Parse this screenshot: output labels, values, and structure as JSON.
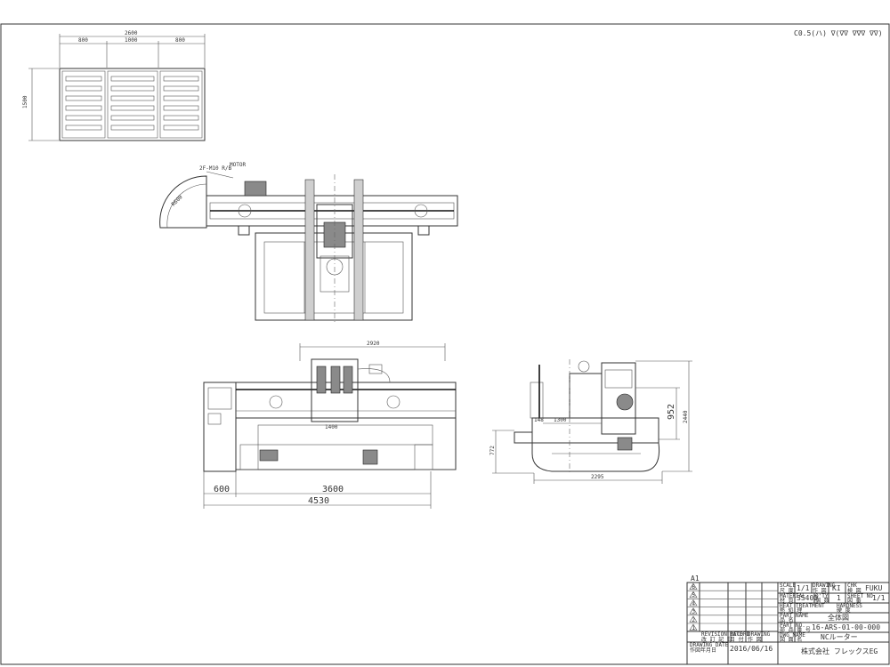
{
  "sheet": {
    "surface_note": "C0.5(ハ) ∇(∇∇ ∇∇∇ ∇∇)",
    "sheet_size": "A1"
  },
  "top_plan": {
    "overall_width": "2600",
    "seg_left": "800",
    "seg_mid": "1000",
    "seg_right": "800",
    "depth": "1500"
  },
  "plan_view": {
    "label_1": "2F-M10 R/B",
    "label_2": "MOTOR",
    "arc_label": "R600"
  },
  "front_view": {
    "dim_top": "2920",
    "dim_inner": "1400",
    "dim_a": "600",
    "dim_b": "3600",
    "dim_total": "4530"
  },
  "side_view": {
    "dim_height": "952",
    "dim_overall_h": "2440",
    "dim_left_h": "772",
    "dim_width": "2295",
    "dim_a": "1300",
    "dim_b": "148"
  },
  "title_block": {
    "revision_markers": [
      "6",
      "5",
      "4",
      "3",
      "2",
      "1"
    ],
    "revision_record": "REVISION RECORD",
    "revision_record_jp": "改 訂 記 録",
    "date_label": "DATE",
    "date_label_jp": "日 付",
    "drawn_label": "DRAWING",
    "drawn_label_jp": "作 図",
    "drawing_date_label": "DRAWING DATE",
    "drawing_date_label_jp": "作図年月日",
    "drawing_date": "2016/06/16",
    "scale_label": "SCALE",
    "scale_label_jp": "尺 度",
    "scale": "1/1",
    "drawing_label": "DRAWING",
    "drawing_label_jp": "作 図",
    "drawn_by": "KI",
    "chk_label": "CHK",
    "chk_label_jp": "検 図",
    "checked_by": "FUKU",
    "material_label": "MATERIAL",
    "material_label_jp": "材 質",
    "material": "SS400",
    "qty_label": "Q'TY",
    "qty_label_jp": "個 数",
    "qty": "1",
    "sheet_no_label": "SHEET NO.",
    "sheet_no_label_jp": "図 番",
    "sheet_no": "1/1",
    "heat_treatment_label": "HEAT TREATMENT",
    "heat_treatment_label_jp": "熱 処 理",
    "hardness_label": "HARDNESS",
    "hardness_label_jp": "硬 度",
    "part_name_label": "PART NAME",
    "part_name_label_jp": "品 名",
    "part_name": "全体図",
    "part_no_label": "PART NO.",
    "part_no_label_jp": "部 品 番 号",
    "part_no": "16-ARS-01-00-000",
    "dwg_name_label": "DWG NAME",
    "dwg_name_label_jp": "図 面 名",
    "dwg_name": "NCルーター",
    "company": "株式会社 フレックスEG"
  }
}
